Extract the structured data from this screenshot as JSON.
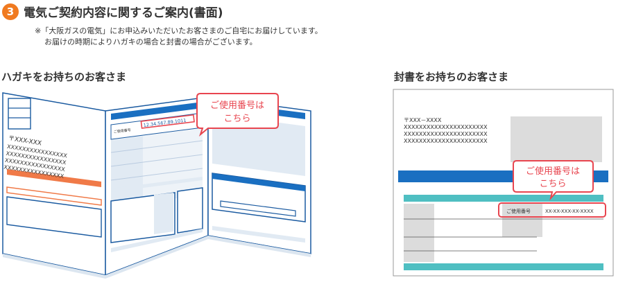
{
  "section": {
    "number": "3",
    "title": "電気ご契約内容に関するご案内(書面)",
    "note_line1": "※「大阪ガスの電気」にお申込みいただいたお客さまのご自宅にお届けしています。",
    "note_line2": "お届けの時期によりハガキの場合と封書の場合がございます。"
  },
  "postcard": {
    "heading": "ハガキをお持ちのお客さま",
    "postal": "〒XXX-XXX",
    "address_lines": [
      "XXXXXXXXXXXXXXXX",
      "XXXXXXXXXXXXXXXX",
      "XXXXXXXXXXXXXXXX",
      "XXXXXXXXXXXXXXXX"
    ],
    "field_label": "ご使用番号",
    "number": "12.34.567.89.1011",
    "callout_line1": "ご使用番号は",
    "callout_line2": "こちら"
  },
  "envelope": {
    "heading": "封書をお持ちのお客さま",
    "postal": "〒XXX－XXXX",
    "address_lines": [
      "XXXXXXXXXXXXXXXXXXXXXX",
      "XXXXXXXXXXXXXXXXXXXXXX",
      "XXXXXXXXXXXXXXXXXXXXXX"
    ],
    "field_label": "ご使用番号",
    "number": "XX-XX-XXX-XX-XXXX",
    "callout_line1": "ご使用番号は",
    "callout_line2": "こちら"
  },
  "colors": {
    "accent_orange": "#f07a20",
    "callout_red": "#e8454f",
    "blue": "#1a6fc1",
    "teal": "#4fbfc2"
  }
}
